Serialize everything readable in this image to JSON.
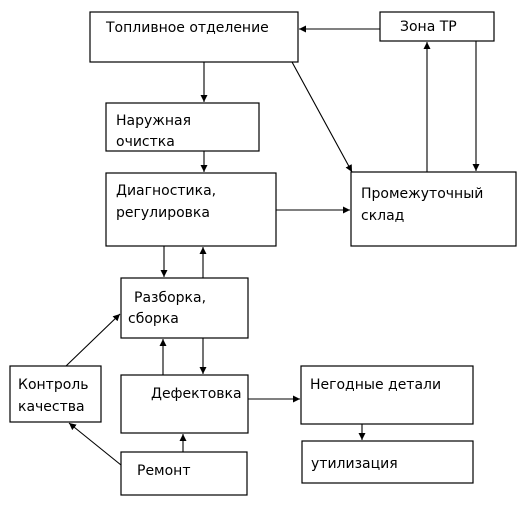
{
  "nodes": {
    "fuel_dept": "Топливное отделение",
    "zone_tr": "Зона ТР",
    "outer_clean_1": "Наружная",
    "outer_clean_2": "очистка",
    "diag_1": "Диагностика,",
    "diag_2": "регулировка",
    "interim_1": "Промежуточный",
    "interim_2": "склад",
    "disasm_1": "Разборка,",
    "disasm_2": "сборка",
    "qc_1": "Контроль",
    "qc_2": "качества",
    "defect": "Дефектовка",
    "bad_parts": "Негодные детали",
    "repair": "Ремонт",
    "disposal": "утилизация"
  }
}
